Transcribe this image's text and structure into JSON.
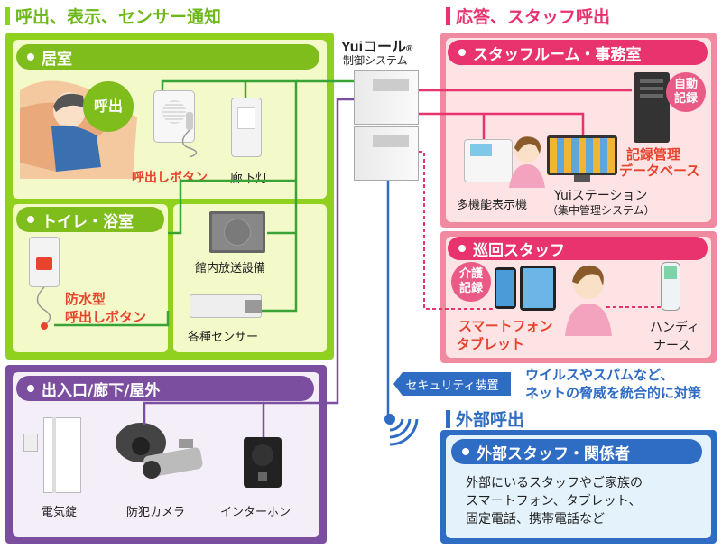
{
  "sections": {
    "left_title": "呼出、表示、センサー通知",
    "right_title": "応答、スタッフ呼出",
    "external_title": "外部呼出"
  },
  "system": {
    "brand": "Yuiコール",
    "brand_mark": "®",
    "subtitle": "制御システム"
  },
  "rooms": {
    "bedroom": {
      "title": "居室",
      "call_bubble": "呼出",
      "call_button": "呼出しボタン",
      "hall_light": "廊下灯",
      "pa": "館内放送設備",
      "sensors": "各種センサー"
    },
    "bath": {
      "title": "トイレ・浴室",
      "waterproof_line1": "防水型",
      "waterproof_line2": "呼出しボタン"
    },
    "entrance": {
      "title": "出入口/廊下/屋外",
      "lock": "電気錠",
      "camera": "防犯カメラ",
      "intercom": "インターホン"
    }
  },
  "staff_room": {
    "title": "スタッフルーム・事務室",
    "auto_line1": "自動",
    "auto_line2": "記録",
    "db_line1": "記録管理",
    "db_line2": "データベース",
    "phone": "多機能表示機",
    "station_line1": "Yuiステーション",
    "station_line2": "（集中管理システム）"
  },
  "patrol": {
    "title": "巡回スタッフ",
    "care_line1": "介護",
    "care_line2": "記録",
    "smart_line1": "スマートフォン",
    "smart_line2": "タブレット",
    "handy_line1": "ハンディ",
    "handy_line2": "ナース"
  },
  "security": {
    "badge": "セキュリティ装置",
    "desc_line1": "ウイルスやスパムなど、",
    "desc_line2": "ネットの脅威を統合的に対策"
  },
  "external": {
    "title": "外部スタッフ・関係者",
    "desc_line1": "外部にいるスタッフやご家族の",
    "desc_line2": "スマートフォン、タブレット、",
    "desc_line3": "固定電話、携帯電話など"
  },
  "colors": {
    "green": "#8fd11e",
    "green_light": "#f3f9c8",
    "purple": "#7b4ea0",
    "purple_light": "#f4eef8",
    "pink": "#e8336e",
    "pink_light": "#fde3e4",
    "blue": "#2f6cc4",
    "blue_light": "#e4f2fb"
  }
}
